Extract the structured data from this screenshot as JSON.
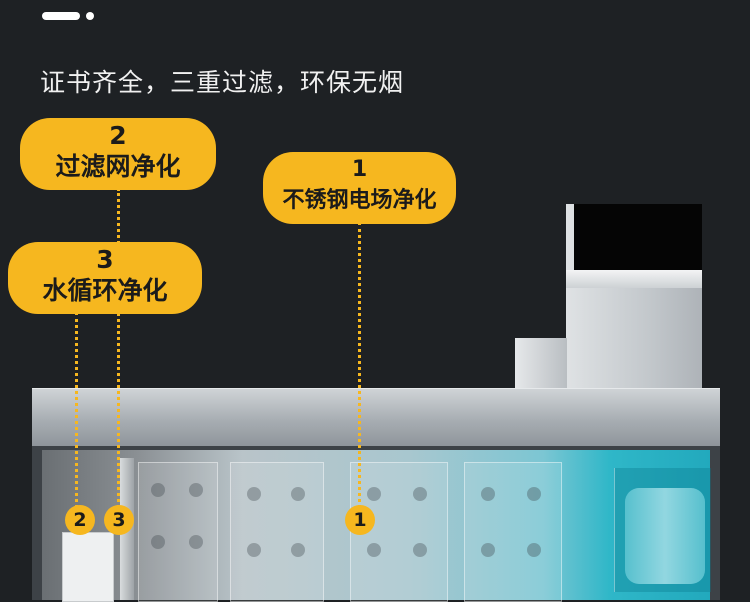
{
  "headline": "证书齐全，三重过滤，环保无烟",
  "callouts": [
    {
      "num": "1",
      "label": "不锈钢电场净化"
    },
    {
      "num": "2",
      "label": "过滤网净化"
    },
    {
      "num": "3",
      "label": "水循环净化"
    }
  ],
  "markers": [
    "1",
    "2",
    "3"
  ],
  "colors": {
    "background": "#1e2124",
    "accent": "#f6b71f",
    "text": "#f1f1f1"
  }
}
